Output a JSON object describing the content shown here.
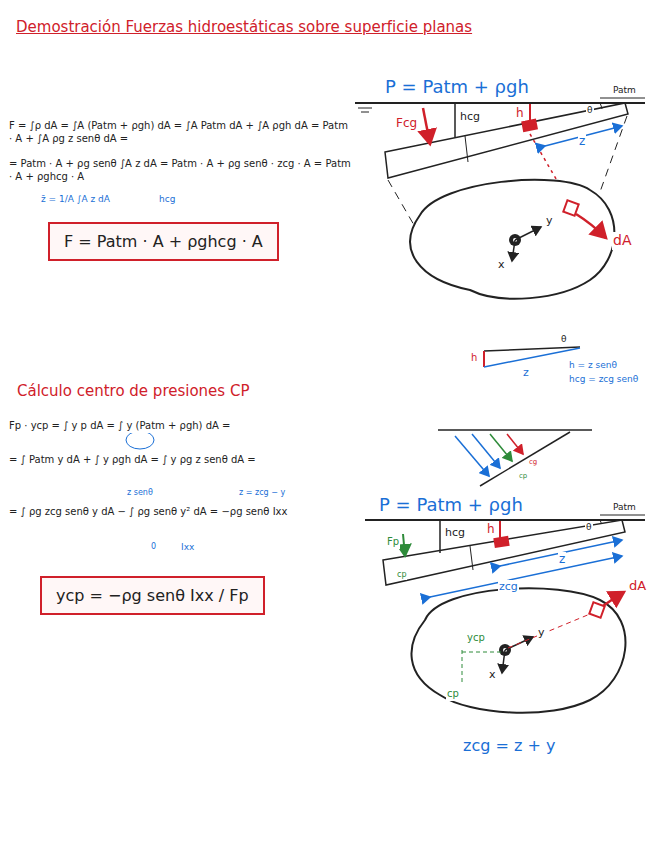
{
  "diagram": {
    "title": "Demostración Fuerzas hidroestáticas sobre superficie planas",
    "nodes": [
      {
        "text": [
          "F = Patm · A + ρghcg · A"
        ]
      },
      {
        "text": [
          "ycp = −ρg senθ Ixx / Fp"
        ]
      }
    ],
    "labels": [
      "P = Patm + ρgh",
      "Patm",
      "θ",
      "Fcg",
      "hcg",
      "h",
      "z",
      "dA",
      "y",
      "x",
      "F = ∫ρ dA = ∫A (Patm + ρgh) dA = ∫A Patm dA + ∫A ρgh dA = Patm · A + ∫A ρg z senθ dA =",
      "= Patm · A + ρg senθ ∫A z dA = Patm · A + ρg senθ · zcg · A = Patm · A + ρghcg · A",
      "z̄ = 1/A ∫A z dA",
      "hcg",
      "h",
      "θ",
      "z",
      "h = z senθ",
      "hcg = zcg senθ",
      "Cálculo centro de presiones CP",
      "Fp · ycp = ∫ y p dA = ∫ y (Patm + ρgh) dA =",
      "= ∫ Patm y dA + ∫ y ρgh dA = ∫ y ρg z senθ dA =",
      "z senθ",
      "z = zcg − y",
      "= ∫ ρg zcg senθ y dA − ∫ ρg senθ y² dA = −ρg senθ Ixx",
      "0",
      "Ixx",
      "cg",
      "cp",
      "P = Patm + ρgh",
      "Patm",
      "θ",
      "hcg",
      "h",
      "Fp",
      "cp",
      "z",
      "zcg",
      "dA",
      "y",
      "x",
      "ycp",
      "cp",
      "zcg = z + y"
    ]
  }
}
